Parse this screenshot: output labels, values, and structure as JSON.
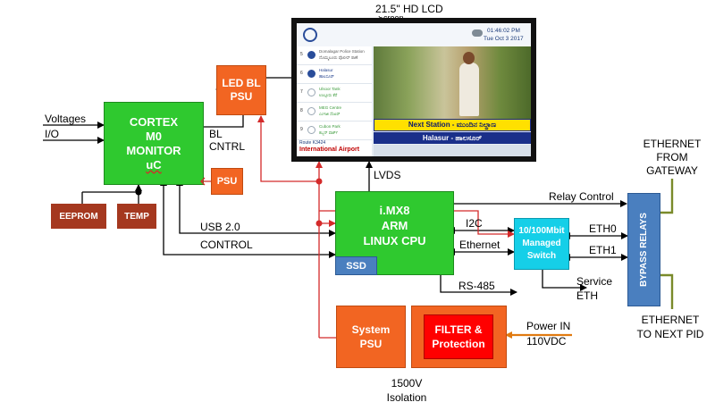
{
  "colors": {
    "green": "#2fc92f",
    "orange": "#f26522",
    "maroon": "#a5381f",
    "red": "#ff0000",
    "cyan": "#15cfe8",
    "blue_relay": "#4a7fbf",
    "lcd_frame": "#111111",
    "wire_red": "#d42a2a",
    "wire_olive": "#7a8a2a",
    "power_in": "#e07a10"
  },
  "lcd": {
    "title": "21.5\" HD LCD",
    "title_cont": "Screen",
    "time": "01:46:02 PM",
    "date": "Tue Oct 3 2017",
    "route": "Route K3424",
    "destination": "International Airport",
    "next_station_bar": "Next Station - ಮುಂದಿನ ನಿಲ್ದಾಣ",
    "station_bar": "Halasur - ಹಾಲಸೂರ್",
    "stops": [
      {
        "num": "5",
        "name": "Domalagar Police Station",
        "sub": "ದೊಮ್ಮಲೂರು ಪೊಲೀಸ್ ಠಾಣೆ"
      },
      {
        "num": "6",
        "name": "Halasur",
        "sub": "ಹಾಲಸೂರ್"
      },
      {
        "num": "7",
        "name": "Ulsoor Tank",
        "sub": "ಉಲ್ಸೂರು ಕೆರೆ"
      },
      {
        "num": "8",
        "name": "MEG Centre",
        "sub": "ಎಂಇಜಿ ಸೆಂಟರ್"
      },
      {
        "num": "9",
        "name": "Cubon Park",
        "sub": "ಕಬ್ಬನ್ ಪಾರ್ಕ್"
      }
    ]
  },
  "blocks": {
    "led_bl_psu": [
      "LED BL",
      "PSU"
    ],
    "cortex": [
      "CORTEX",
      "M0",
      "MONITOR",
      "uC"
    ],
    "psu_small": "PSU",
    "eeprom": "EEPROM",
    "temp": "TEMP",
    "imx8": [
      "i.MX8",
      "ARM",
      "LINUX CPU"
    ],
    "ssd": "SSD",
    "switch": [
      "10/100Mbit",
      "Managed",
      "Switch"
    ],
    "bypass_relays": "BYPASS RELAYS",
    "system_psu": [
      "System",
      "PSU"
    ],
    "filter": [
      "FILTER &",
      "Protection"
    ]
  },
  "labels": {
    "voltages": "Voltages",
    "io": "I/O",
    "bl": "BL",
    "cntrl": "CNTRL",
    "lvds": "LVDS",
    "usb": "USB 2.0",
    "control": "CONTROL",
    "relay_control": "Relay Control",
    "i2c": "I2C",
    "ethernet": "Ethernet",
    "eth0": "ETH0",
    "eth1": "ETH1",
    "service": "Service",
    "service_eth": "ETH",
    "rs485": "RS-485",
    "power_in": "Power IN",
    "power_v": "110VDC",
    "isolation_v": "1500V",
    "isolation": "Isolation",
    "eth_from": [
      "ETHERNET",
      "FROM",
      "GATEWAY"
    ],
    "eth_to": [
      "ETHERNET",
      "TO NEXT PID"
    ]
  }
}
